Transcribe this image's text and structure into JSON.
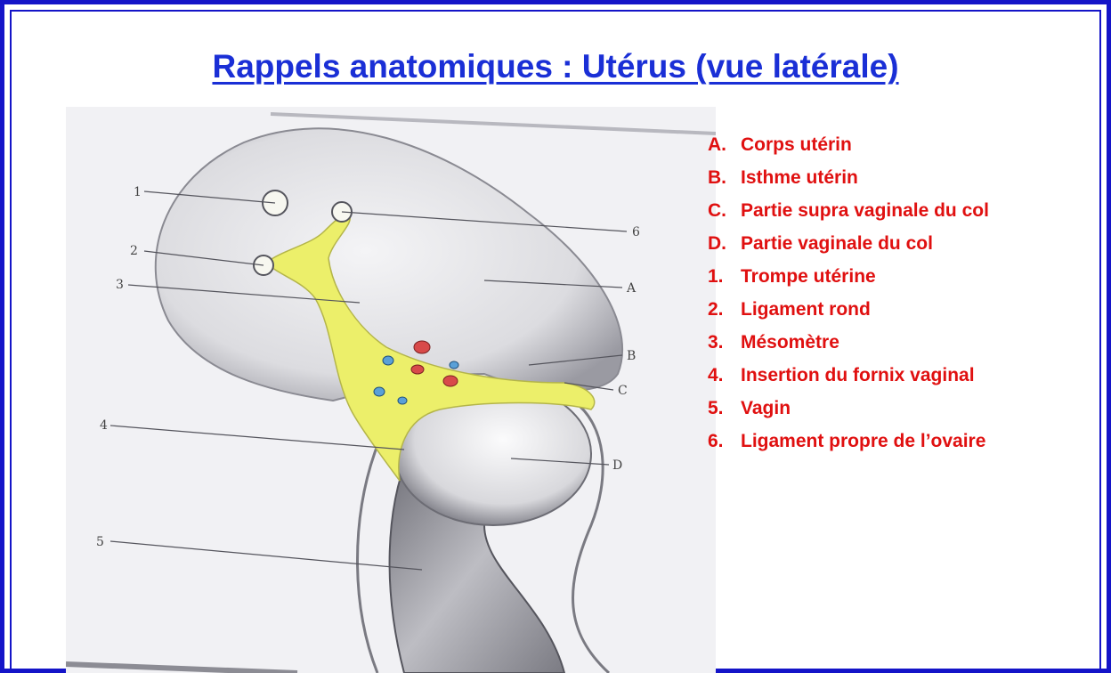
{
  "slide": {
    "title": "Rappels anatomiques : Utérus (vue latérale)",
    "title_color": "#1a2fd6",
    "frame_color": "#1414c8",
    "legend_color": "#e01010"
  },
  "legend": [
    {
      "key": "A.",
      "text": "Corps utérin"
    },
    {
      "key": "B.",
      "text": "Isthme utérin"
    },
    {
      "key": "C.",
      "text": "Partie supra vaginale du col"
    },
    {
      "key": "D.",
      "text": "Partie vaginale du col"
    },
    {
      "key": "1.",
      "text": "Trompe utérine"
    },
    {
      "key": "2.",
      "text": "Ligament rond"
    },
    {
      "key": "3.",
      "text": "Mésomètre"
    },
    {
      "key": "4.",
      "text": "Insertion du fornix vaginal"
    },
    {
      "key": "5.",
      "text": "Vagin"
    },
    {
      "key": "6.",
      "text": "Ligament propre de l’ovaire"
    }
  ],
  "callouts": {
    "c1": "1",
    "c2": "2",
    "c3": "3",
    "c4": "4",
    "c5": "5",
    "c6": "6",
    "cA": "A",
    "cB": "B",
    "cC": "C",
    "cD": "D"
  }
}
